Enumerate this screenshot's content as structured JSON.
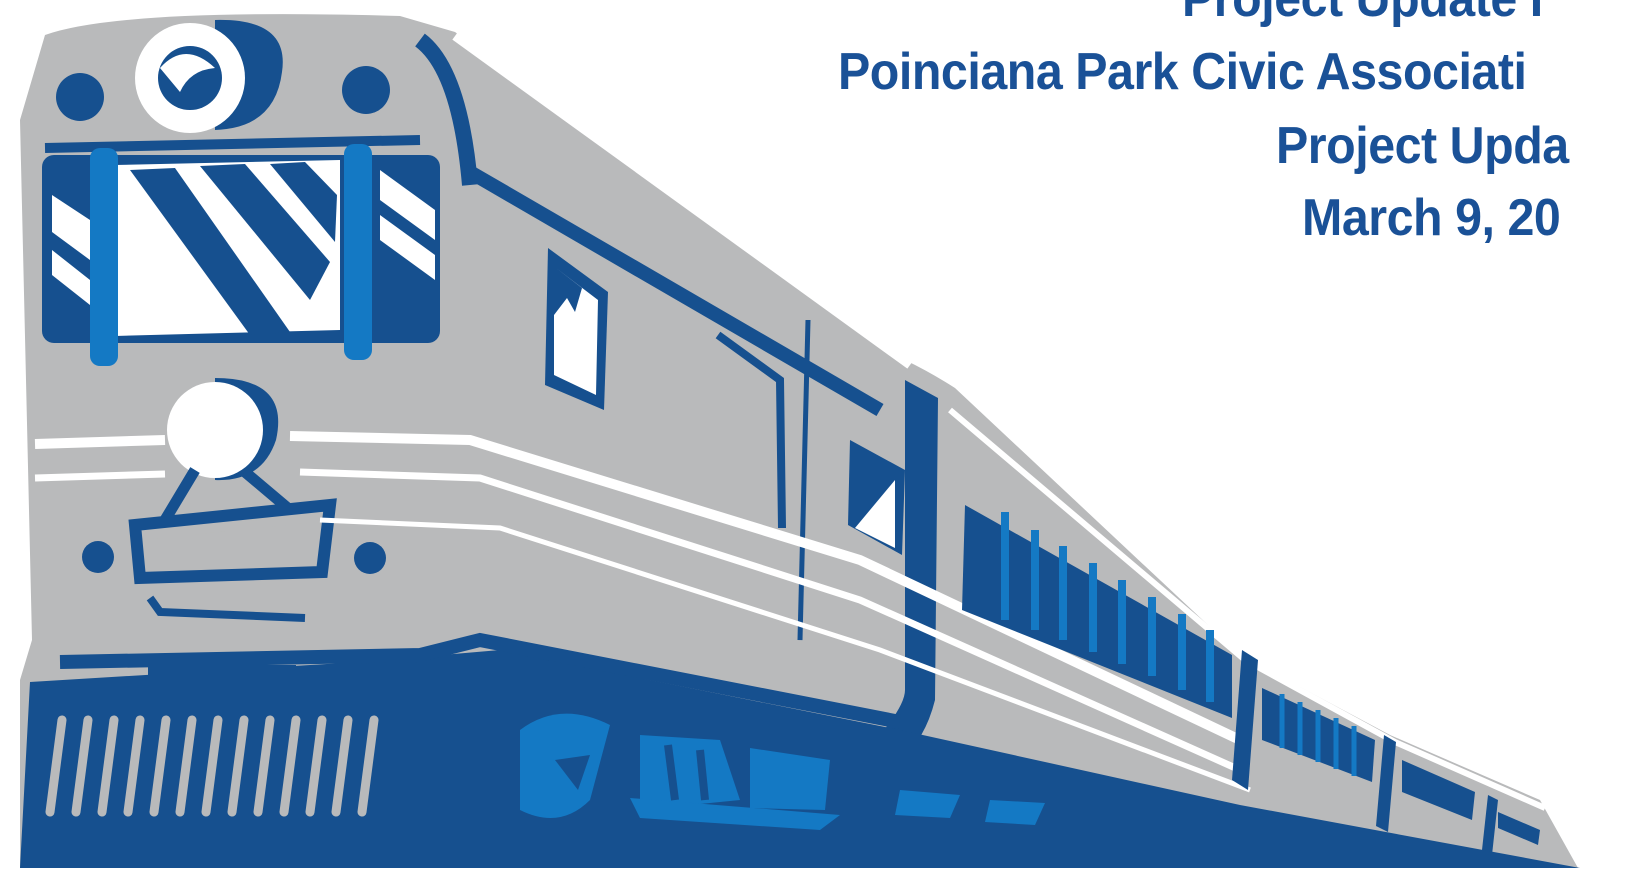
{
  "slide": {
    "title_lines": [
      "Project Update I",
      "Poinciana Park Civic Associati",
      "Project Upda",
      "March 9, 20"
    ]
  },
  "colors": {
    "title": "#1a5197",
    "body_gray": "#b9babb",
    "dark_blue": "#16508f",
    "mid_blue": "#1479c4",
    "white": "#ffffff"
  },
  "illustration": {
    "subject": "train-illustration",
    "icons": [
      "headlight-icon",
      "windshield-icon",
      "grille-icon",
      "wheel-icon"
    ]
  }
}
